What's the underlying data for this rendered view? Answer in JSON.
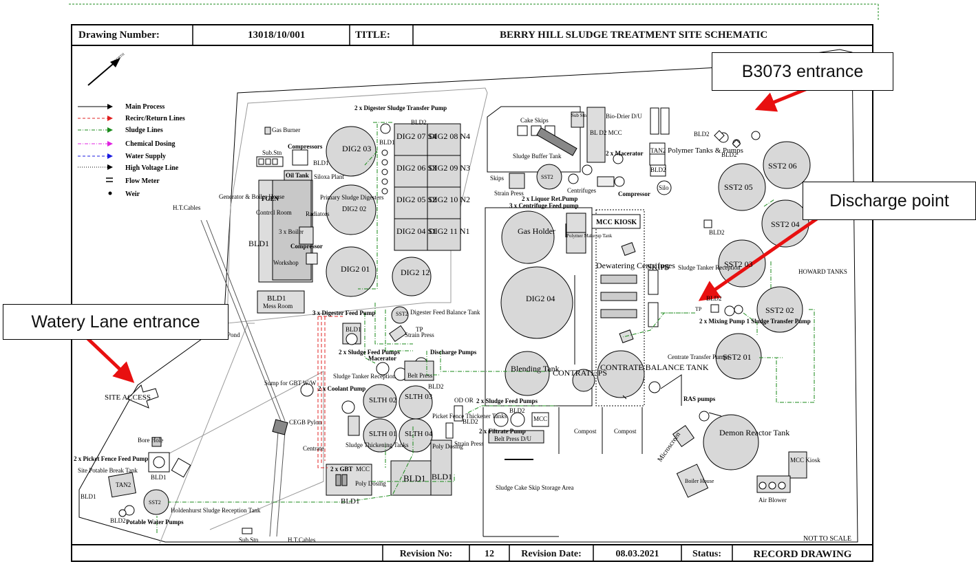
{
  "title_block": {
    "drawing_number_label": "Drawing Number:",
    "drawing_number": "13018/10/001",
    "title_label": "TITLE:",
    "title": "BERRY HILL SLUDGE TREATMENT SITE SCHEMATIC",
    "revision_label": "Revision No:",
    "revision": "12",
    "revision_date_label": "Revision Date:",
    "revision_date": "08.03.2021",
    "status_label": "Status:",
    "status": "RECORD DRAWING",
    "scale_note": "NOT TO SCALE",
    "north": "NORTH"
  },
  "callouts": {
    "b3073": "B3073 entrance",
    "discharge": "Discharge point",
    "watery_lane": "Watery Lane entrance"
  },
  "legend": {
    "items": [
      {
        "label": "Main Process",
        "color": "#000000",
        "dash": "solid"
      },
      {
        "label": "Recirc/Return Lines",
        "color": "#e02020",
        "dash": "dashed"
      },
      {
        "label": "Sludge Lines",
        "color": "#1a8a1a",
        "dash": "dashdot"
      },
      {
        "label": "Chemical Dosing",
        "color": "#e020e0",
        "dash": "dashdot"
      },
      {
        "label": "Water Supply",
        "color": "#1a1ae0",
        "dash": "dashed"
      },
      {
        "label": "High Voltage Line",
        "color": "#000000",
        "dash": "dotted"
      }
    ],
    "flow_meter": "Flow Meter",
    "weir": "Weir"
  },
  "labels": {
    "gas_burner": "Gas Burner",
    "compressors": "Compressors",
    "sub_stn": "Sub.Stn",
    "bld1": "BLD1",
    "bld2": "BLD2",
    "oil_tank": "Oil Tank",
    "siloxa_plant": "Siloxa Plant",
    "primary_digesters": "Primary Sludge Digesters",
    "generator_house": "Generator & Boiler House",
    "fgen": "FGEN",
    "control_room": "Control Room",
    "radiators": "Radiators",
    "boiler": "3 x Boiler",
    "compressor": "Compressor",
    "workshop": "Workshop",
    "ht_cables": "H.T.Cables",
    "mess_room": "Mess Room",
    "pond": "Pond",
    "dig2_03": "DIG2 03",
    "dig2_02": "DIG2 02",
    "dig2_01": "DIG2 01",
    "dig2_12": "DIG2 12",
    "dig2_04": "DIG2 04",
    "transfer_pump": "2 x Digester Sludge Transfer Pump",
    "dig_cells": [
      "DIG2 07 S4",
      "DIG2 08 N4",
      "DIG2 06 S3",
      "DIG2 09 N3",
      "DIG2 05 S2",
      "DIG2 10 N2",
      "DIG2 04 S1",
      "DIG2 11 N1"
    ],
    "feed_pump": "3 x Digester Feed Pump",
    "feed_balance_tank": "Digester Feed Balance Tank",
    "sst2": "SST2",
    "tp": "TP",
    "strain_press": "Strain Press",
    "sludge_feed_pumps": "2 x Sludge Feed Pumps",
    "macerator": "Macerator",
    "discharge_pumps": "Discharge Pumps",
    "tanker_reception": "Sludge Tanker Reception",
    "belt_press": "Belt Press",
    "sump_gbt": "Sump for GBT W/W",
    "coolant_pump": "2 x Coolant Pump",
    "slth_02": "SLTH 02",
    "slth_03": "SLTH 03",
    "slth_01": "SLTH 01",
    "slth_04": "SLTH 04",
    "thickening_tanks": "Sludge Thickening Tanks",
    "picket_thickener": "Picket Fence Thickener Tanks",
    "od_or": "OD OR",
    "poly_dosing": "Poly Dosing",
    "gbt": "2 x GBT",
    "mcc": "MCC",
    "centrate": "Centrate",
    "cegb_pylon": "CEGB Pylon",
    "site_access": "SITE ACCESS",
    "bore_hole": "Bore Hole",
    "picket_feed_pump": "2 x Picket Fence Feed Pump",
    "potable_break_tank": "Site Potable Break Tank",
    "tan2": "TAN2",
    "holdenhurst": "Holdenhurst Sludge Reception Tank",
    "potable_pumps": "Potable Water Pumps",
    "cake_skips": "Cake Skips",
    "sub_stn_short": "Sub Stn",
    "bl_d2_mcc": "BL D2 MCC",
    "bio_drier": "Bio-Drier D/U",
    "sludge_buffer": "Sludge Buffer Tank",
    "macerator_2x": "2 x Macerator",
    "polymer_tanks": "Polymer Tanks & Pumps",
    "skips": "Skips",
    "centrifuges": "Centrifuges",
    "silo": "Silo",
    "liquor_ret": "2 x Liquor Ret.Pump",
    "centrifuge_feed": "3 x Centrifuge Feed pump",
    "gas_holder": "Gas Holder",
    "polymer_makeup": "Polymer Make-up Tank",
    "mcc_kiosk": "MCC KIOSK",
    "dewatering": "Dewatering Centrifuges",
    "skips_caps": "SKIPS",
    "blending_tank": "Blending Tank",
    "contrate_ps": "CONTRATE PS",
    "contrate_balance": "CONTRATE BALANCE TANK",
    "sst2_06": "SST2 06",
    "sst2_05": "SST2 05",
    "sst2_04": "SST2 04",
    "sst2_03": "SST2 03",
    "sst2_02": "SST2 02",
    "sst2_01": "SST2 01",
    "howard_tanks": "HOWARD TANKS",
    "tanker_reception_2": "Sludge Tanker Reception",
    "mixing_pump": "2 x Mixing Pump 1 Sludge Transfer Pump",
    "centrate_transfer": "Centrate Transfer Pumps",
    "ras_pumps": "RAS pumps",
    "microscreen": "Microscreen",
    "demon": "Demon Reactor Tank",
    "boiler_house": "Boiler House",
    "mcc_kiosk_2": "MCC Kiosk",
    "air_blower": "Air Blower",
    "compost": "Compost",
    "belt_press_du": "Belt Press D/U",
    "filtrate_pump": "2 x Filtrate Pump",
    "cake_storage": "Sludge Cake Skip Storage Area",
    "sludge_feed_pumps_2": "2 x Sludge Feed Pumps"
  },
  "colors": {
    "process": "#000000",
    "recirc": "#e02020",
    "sludge": "#1a8a1a",
    "chemical": "#e020e0",
    "water": "#1a1ae0",
    "tank_fill": "#d8d8d8",
    "arrow": "#e81010"
  }
}
